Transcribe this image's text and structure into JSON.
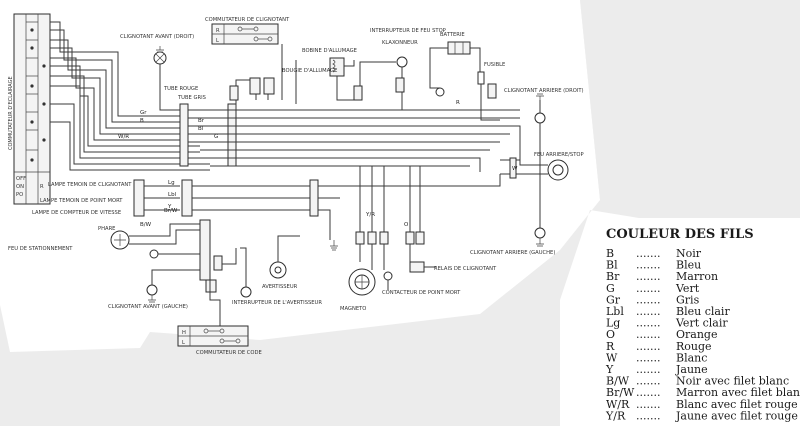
{
  "diagram": {
    "components": {
      "switch_head": "COMMUTATEUR D'ECLAIRAGE",
      "turn_switch": "COMMUTATEUR DE CLIGNOTANT",
      "turn_switch_cols": [
        "R",
        "L"
      ],
      "turn_front_right": "CLIGNOTANT AVANT (DROIT)",
      "stop_switch": "INTERRUPTEUR DE FEU STOP",
      "horn_top": "KLAXONNEUR",
      "battery": "BATTERIE",
      "fuse": "FUSIBLE",
      "ignition_coil": "BOBINE D'ALLUMAGE",
      "spark_plug": "BOUGIE D'ALLUMAGE",
      "tube_rouge": "TUBE ROUGE",
      "tube_gris": "TUBE GRIS",
      "turn_rear_right": "CLIGNOTANT ARRIERE (DROIT)",
      "tail_light": "FEU ARRIERE/STOP",
      "indicator_lamp": "LAMPE TEMOIN DE CLIGNOTANT",
      "neutral_lamp": "LAMPE TEMOIN DE POINT MORT",
      "meter_lamp": "LAMPE DE COMPTEUR DE VITESSE",
      "headlight": "PHARE",
      "parking_light": "FEU DE STATIONNEMENT",
      "horn": "AVERTISSEUR",
      "horn_button": "INTERRUPTEUR DE L'AVERTISSEUR",
      "turn_front_left": "CLIGNOTANT AVANT (GAUCHE)",
      "dimmer_switch": "COMMUTATEUR DE CODE",
      "dimmer_cols": [
        "H",
        "L"
      ],
      "magneto": "MAGNETO",
      "neutral_switch": "CONTACTEUR DE POINT MORT",
      "flasher_relay": "RELAIS DE CLIGNOTANT",
      "turn_rear_left": "CLIGNOTANT ARRIERE (GAUCHE)",
      "switch_positions": [
        "OFF",
        "ON",
        "PO",
        "R"
      ]
    },
    "wire_labels": [
      "Gr",
      "B",
      "W/R",
      "Bl",
      "Br",
      "G",
      "Lg",
      "Lbl",
      "Y",
      "B/W",
      "Br/W",
      "Y/R",
      "O",
      "R",
      "W"
    ]
  },
  "legend": {
    "title": "COULEUR DES FILS",
    "entries": [
      {
        "code": "B",
        "name": "Noir"
      },
      {
        "code": "Bl",
        "name": "Bleu"
      },
      {
        "code": "Br",
        "name": "Marron"
      },
      {
        "code": "G",
        "name": "Vert"
      },
      {
        "code": "Gr",
        "name": "Gris"
      },
      {
        "code": "Lbl",
        "name": "Bleu clair"
      },
      {
        "code": "Lg",
        "name": "Vert clair"
      },
      {
        "code": "O",
        "name": "Orange"
      },
      {
        "code": "R",
        "name": "Rouge"
      },
      {
        "code": "W",
        "name": "Blanc"
      },
      {
        "code": "Y",
        "name": "Jaune"
      },
      {
        "code": "B/W",
        "name": "Noir avec filet blanc"
      },
      {
        "code": "Br/W",
        "name": "Marron avec filet blanc"
      },
      {
        "code": "W/R",
        "name": "Blanc avec filet rouge"
      },
      {
        "code": "Y/R",
        "name": "Jaune avec filet rouge"
      }
    ]
  }
}
